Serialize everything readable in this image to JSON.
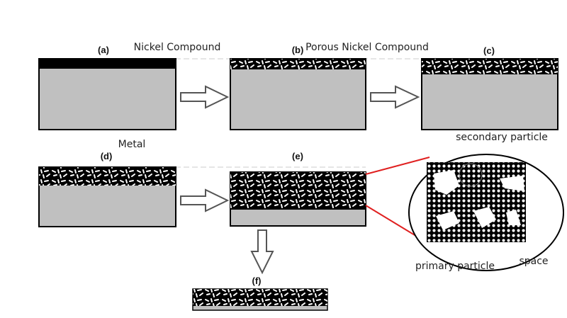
{
  "labels": {
    "a": "(a)",
    "b": "(b)",
    "c": "(c)",
    "d": "(d)",
    "e": "(e)",
    "f": "(f)"
  },
  "annotations": {
    "nickel_compound": "Nickel Compound",
    "porous_nickel_compound": "Porous Nickel Compound",
    "metal": "Metal",
    "secondary_particle": "secondary particle",
    "primary_particle": "primary particle",
    "space": "space"
  },
  "colors": {
    "metal": "#c0c0c0",
    "compound": "#000000",
    "connector": "#e02020",
    "arrow": "#555555"
  }
}
